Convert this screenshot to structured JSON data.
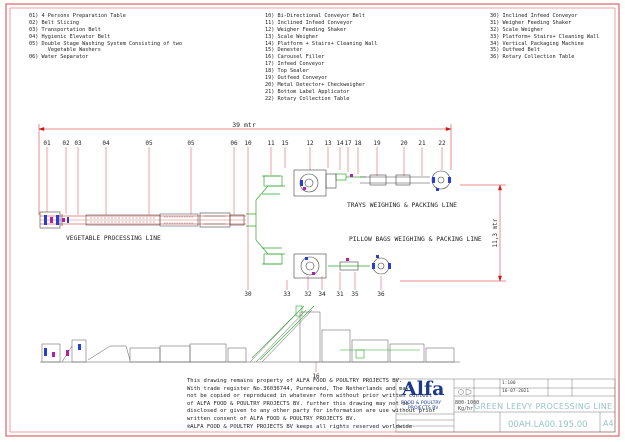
{
  "legend": {
    "col1": [
      "01) 4 Persons Preparation Table",
      "02) Belt Slicing",
      "03) Transportation Belt",
      "04) Hygienic Elevator Belt",
      "05) Double Stage Washing System Consisting of two",
      "      Vegetable Washers",
      "06) Water Separator"
    ],
    "col2": [
      "10) Bi-Directional Conveyor Belt",
      "11) Inclined Infeed Conveyor",
      "12) Weigher Feeding Shaker",
      "13) Scale Weigher",
      "14) Platform + Stairs+ Cleaning Wall",
      "15) Denester",
      "16) Carousel Filler",
      "17) Infeed Conveyor",
      "18) Top Sealer",
      "19) Outfeed Conveyor",
      "20) Metal Detector+ Checkweigher",
      "21) Bottom Label Applicator",
      "22) Rotary Collection Table"
    ],
    "col3": [
      "30) Inclined Infeed Conveyor",
      "31) Weigher Feeding Shaker",
      "32) Scale Weigher",
      "33) Platform+ Stairs+ Cleaning Wall",
      "34) Vertical Packaging Machine",
      "35) Outfeed Belt",
      "36) Rotary Collection Table"
    ]
  },
  "dimensions": {
    "length": "39 mtr",
    "width": "11,3 mtr"
  },
  "line_labels": {
    "vegetable": "VEGETABLE PROCESSING LINE",
    "trays": "TRAYS WEIGHING & PACKING LINE",
    "pillow": "PILLOW BAGS WEIGHING & PACKING LINE"
  },
  "callouts_top": [
    "01",
    "02",
    "03",
    "04",
    "05",
    "05",
    "06",
    "10",
    "11",
    "15",
    "12",
    "13",
    "14",
    "17",
    "18",
    "19",
    "20",
    "21",
    "22"
  ],
  "callouts_bottom": [
    "30",
    "33",
    "32",
    "34",
    "31",
    "35",
    "36"
  ],
  "callout_elevation": "16",
  "notice": [
    "This drawing remains property of ALFA FOOD & POULTRY PROJECTS BV.",
    "With trade register No.36036744, Purmerend, The Netherlands and may",
    "not be copied or reproduced in whatever form without prior written contest",
    "of ALFA FOOD & POULTRY PROJECTS BV. further this drawing may not be",
    "disclosed or given to any other party for information are use without prior",
    "written consent of ALFA FOOD & POULTRY PROJECTS BV.",
    "®ALFA FOOD & POULTRY PROJECTS BV keeps all rights reserved worldwide"
  ],
  "logo": {
    "brand": "Alfa",
    "line1": "FOOD & POULTRY",
    "line2": "PROJECTS BV"
  },
  "title_block": {
    "capacity_value": "800-1000",
    "capacity_unit": "Kg/hr",
    "drawing_title": "GREEN LEEVY PROCESSING LINE",
    "drawing_number": "00AH.LA00.195.00",
    "sheet_size": "A4",
    "scale_value": "1:100",
    "date_value": "16-07-2021"
  },
  "colors": {
    "drawing_line": "#d01818",
    "equipment": "#3a3a3a",
    "green_conveyor": "#2ea82e",
    "blue_component": "#2a3ed0",
    "magenta_component": "#b01fb0",
    "brand_blue": "#1d3a8a",
    "title_text": "#9bc3c7"
  }
}
